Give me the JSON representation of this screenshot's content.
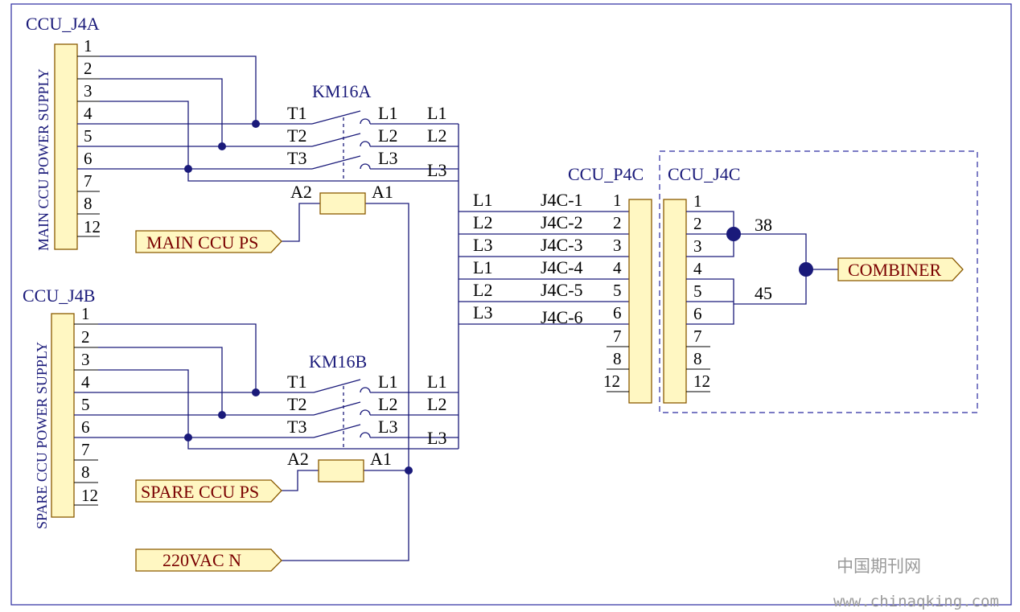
{
  "main_supply": {
    "designator": "CCU_J4A",
    "side_label": "MAIN CCU POWER SUPPLY",
    "pins": [
      "1",
      "2",
      "3",
      "4",
      "5",
      "6",
      "7",
      "8",
      "12"
    ]
  },
  "spare_supply": {
    "designator": "CCU_J4B",
    "side_label": "SPARE CCU POWER SUPPLY",
    "pins": [
      "1",
      "2",
      "3",
      "4",
      "5",
      "6",
      "7",
      "8",
      "12"
    ]
  },
  "contactor_a": {
    "designator": "KM16A",
    "left_terms": [
      "T1",
      "T2",
      "T3"
    ],
    "right_terms": [
      "L1",
      "L2",
      "L3"
    ],
    "line_labels": [
      "L1",
      "L2",
      "L3"
    ],
    "coil_a2": "A2",
    "coil_a1": "A1"
  },
  "contactor_b": {
    "designator": "KM16B",
    "left_terms": [
      "T1",
      "T2",
      "T3"
    ],
    "right_terms": [
      "L1",
      "L2",
      "L3"
    ],
    "line_labels": [
      "L1",
      "L2",
      "L3"
    ],
    "coil_a2": "A2",
    "coil_a1": "A1"
  },
  "plug_p4c": {
    "designator": "CCU_P4C",
    "wire_phase_labels": [
      "L1",
      "L2",
      "L3",
      "L1",
      "L2",
      "L3"
    ],
    "wire_signal_labels": [
      "J4C-1",
      "J4C-2",
      "J4C-3",
      "J4C-4",
      "J4C-5",
      "J4C-6"
    ],
    "pins": [
      "1",
      "2",
      "3",
      "4",
      "5",
      "6",
      "7",
      "8",
      "12"
    ]
  },
  "jack_j4c": {
    "designator": "CCU_J4C",
    "pins": [
      "1",
      "2",
      "3",
      "4",
      "5",
      "6",
      "7",
      "8",
      "12"
    ],
    "net_top": "38",
    "net_bottom": "45"
  },
  "flags": {
    "main_ps": "MAIN CCU PS",
    "spare_ps": "SPARE CCU PS",
    "neutral": "220VAC N",
    "combiner": "COMBINER"
  },
  "watermark": {
    "cn": "中国期刊网",
    "url": "www.chinaqking.com"
  },
  "colors": {
    "wire": "#1a1a7a",
    "connector_fill": "#fff7c2",
    "connector_outline": "#8a5a00",
    "flag_text": "#7a0000",
    "frame": "#2a2aa0"
  }
}
